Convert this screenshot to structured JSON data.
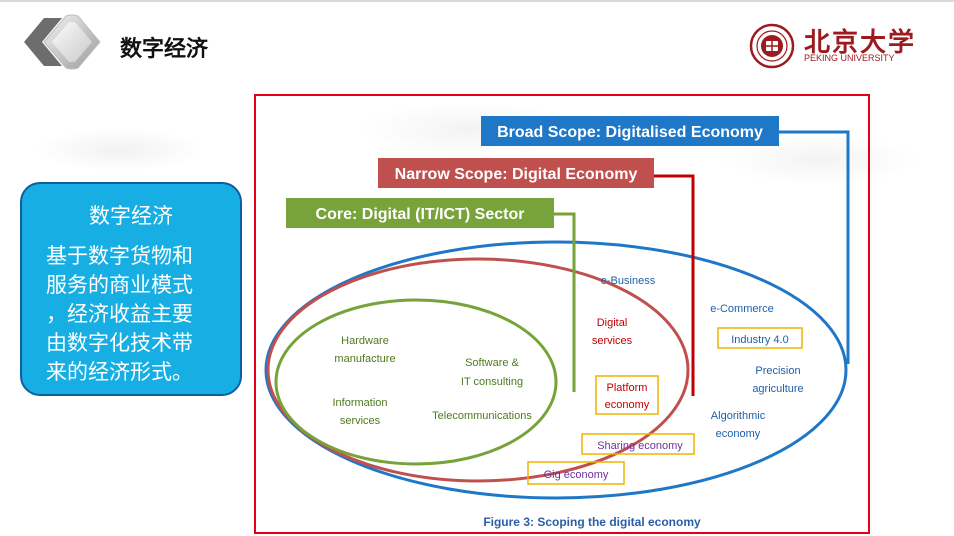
{
  "header": {
    "title": "数字经济"
  },
  "logo": {
    "chinese_name": "北京大学",
    "english_name": "PEKING UNIVERSITY"
  },
  "side_panel": {
    "title": "数字经济",
    "lines": [
      "基于数字货物和",
      "服务的商业模式",
      "，经济收益主要",
      "由数字化技术带",
      "来的经济形式。"
    ]
  },
  "figure": {
    "caption": "Figure 3: Scoping the digital economy",
    "scopes": {
      "broad": "Broad Scope: Digitalised Economy",
      "narrow": "Narrow Scope: Digital Economy",
      "core": "Core: Digital (IT/ICT) Sector"
    },
    "core_items": {
      "hardware": [
        "Hardware",
        "manufacture"
      ],
      "software": [
        "Software &",
        "IT consulting"
      ],
      "information": [
        "Information",
        "services"
      ],
      "telecom": "Telecommunications"
    },
    "narrow_items": {
      "digital_services": [
        "Digital",
        "services"
      ],
      "platform": [
        "Platform",
        "economy"
      ]
    },
    "broad_items": {
      "ebusiness": "e-Business",
      "ecommerce": "e-Commerce",
      "industry": "Industry 4.0",
      "precision": [
        "Precision",
        "agriculture"
      ],
      "algorithmic": [
        "Algorithmic",
        "economy"
      ],
      "sharing": "Sharing economy",
      "gig": "Gig economy"
    },
    "colors": {
      "broad": "#1f77c8",
      "narrow": "#c0504d",
      "narrow_line": "#c00000",
      "core": "#77a33a",
      "highlight_border": "#f0b400",
      "core_text": "#4e7a1d",
      "narrow_text": "#c00000",
      "broad_text": "#1f5fa8",
      "purple_text": "#7030a0"
    }
  }
}
